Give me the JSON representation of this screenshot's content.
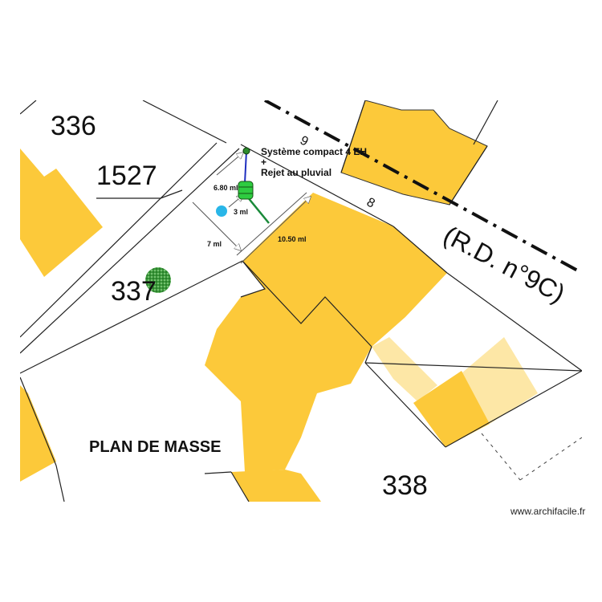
{
  "map": {
    "title": "PLAN DE MASSE",
    "watermark": "www.archifacile.fr",
    "road_label": "(R.D. n°9C)",
    "parcels": {
      "p336": "336",
      "p1527": "1527",
      "p337": "337",
      "p338": "338",
      "p9": "9",
      "p8": "8"
    },
    "annotations": {
      "system_line1": "Système compact 4 EH",
      "system_line2": "+",
      "system_line3": "Rejet au pluvial"
    },
    "measurements": {
      "m1": "6.80 ml",
      "m2": "3 ml",
      "m3": "7 ml",
      "m4": "10.50 ml"
    },
    "colors": {
      "building": "#fcc93a",
      "building_light": "#fde7a6",
      "lines": "#222222",
      "pipe_blue": "#1f2fbf",
      "pipe_green": "#1a8a3a",
      "tank_green": "#2ecc40",
      "well_cyan": "#29b6e8",
      "tree_green": "#2e8b2e"
    }
  }
}
